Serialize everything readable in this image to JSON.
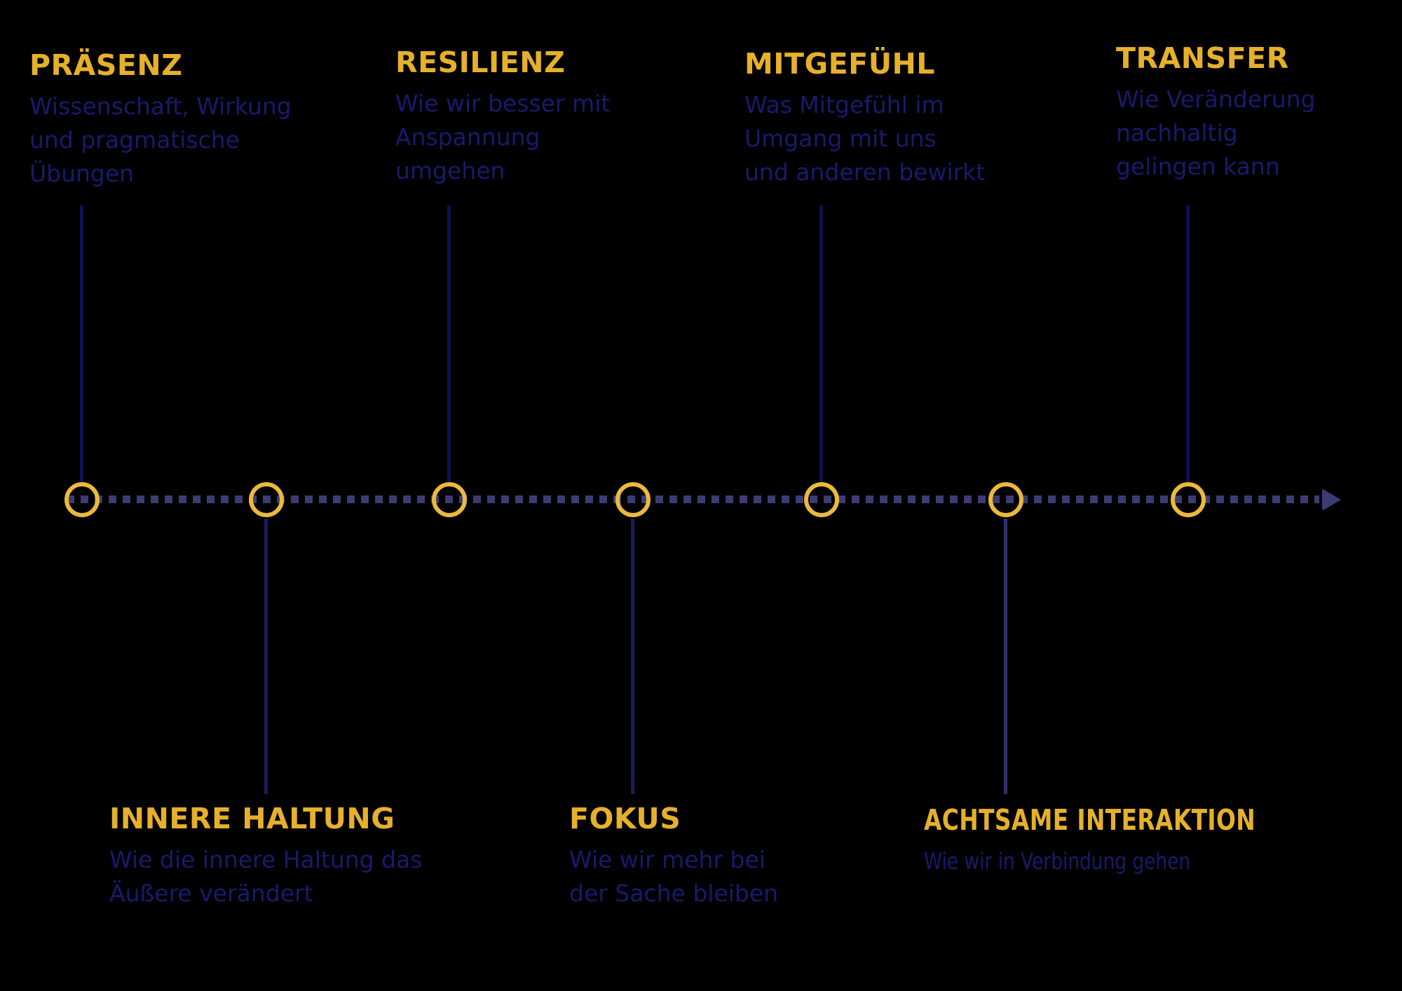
{
  "colors": {
    "background": "#000000",
    "accent_gold": "#E6B02A",
    "node_gold": "#EBB93C",
    "text_navy": "#1A1A6C",
    "dotted_line_indigo": "#3C3C74",
    "connector_navy": "#10104F"
  },
  "timeline": {
    "node_count": 7,
    "direction": "left-to-right",
    "arrow_icon": "right-arrowhead",
    "line_style": "dotted"
  },
  "milestones": [
    {
      "label": "PRÄSENZ",
      "description": "Wissenschaft, Wirkung\nund pragmatische\nÜbungen",
      "side": "above"
    },
    {
      "label": "INNERE HALTUNG",
      "description": "Wie die innere Haltung das\nÄußere verändert",
      "side": "below"
    },
    {
      "label": "RESILIENZ",
      "description": "Wie wir besser mit\nAnspannung\numgehen",
      "side": "above"
    },
    {
      "label": "FOKUS",
      "description": "Wie wir mehr bei\nder Sache bleiben",
      "side": "below"
    },
    {
      "label": "MITGEFÜHL",
      "description": "Was Mitgefühl im\nUmgang mit uns\nund anderen bewirkt",
      "side": "above"
    },
    {
      "label": "ACHTSAME INTERAKTION",
      "description": "Wie wir in Verbindung gehen",
      "side": "below"
    },
    {
      "label": "TRANSFER",
      "description": "Wie Veränderung\nnachhaltig\ngelingen kann",
      "side": "above"
    }
  ]
}
